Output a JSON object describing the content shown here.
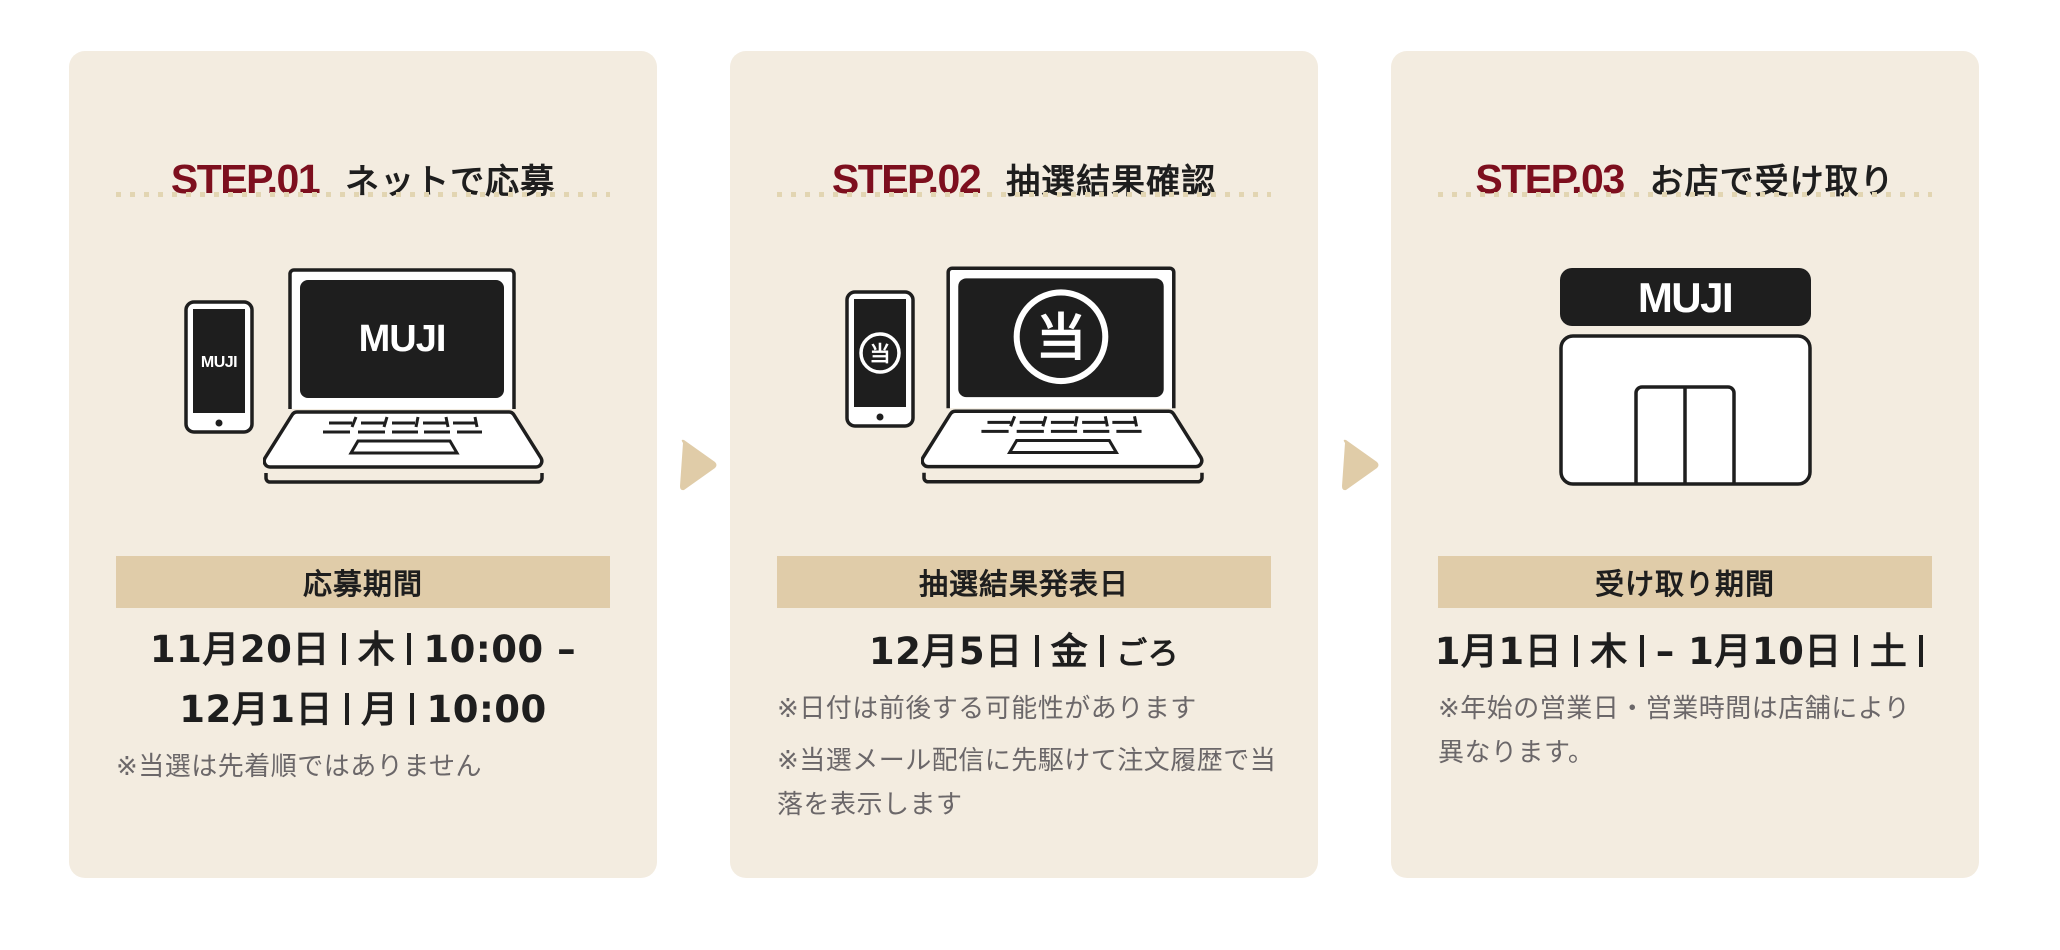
{
  "colors": {
    "step_red": "#7d0f1e",
    "card_bg": "#f3ece0",
    "label_bg": "#e0cca9",
    "dot": "#e2d5b2",
    "arrow": "#e0cca8",
    "text_dark": "#1e1e1e",
    "note_gray": "#6b6769"
  },
  "steps": [
    {
      "step": "STEP.01",
      "title": "ネットで応募",
      "icon": "phone-and-laptop-muji-icon",
      "icon_text_phone": "MUJI",
      "icon_text_laptop": "MUJI",
      "label": "応募期間",
      "date_lines": [
        {
          "month_day": "11月20日",
          "weekday": "木",
          "time": "10:00 –"
        },
        {
          "month_day": "12月1日",
          "weekday": "月",
          "time": "10:00"
        }
      ],
      "notes": [
        "※当選は先着順ではありません"
      ]
    },
    {
      "step": "STEP.02",
      "title": "抽選結果確認",
      "icon": "phone-and-laptop-win-icon",
      "icon_text_phone": "当",
      "icon_text_laptop": "当",
      "label": "抽選結果発表日",
      "date_lines": [
        {
          "month_day": "12月5日",
          "weekday": "金",
          "suffix": "ごろ"
        }
      ],
      "notes": [
        "※日付は前後する可能性があります",
        "※当選メール配信に先駆けて注文履歴で当落を表示します"
      ]
    },
    {
      "step": "STEP.03",
      "title": "お店で受け取り",
      "icon": "muji-store-icon",
      "icon_text_sign": "MUJI",
      "label": "受け取り期間",
      "date_lines": [
        {
          "start": "1月1日",
          "start_weekday": "木",
          "dash": "–",
          "end": "1月10日",
          "end_weekday": "土"
        }
      ],
      "notes": [
        "※年始の営業日・営業時間は店舗により異なります。"
      ]
    }
  ]
}
